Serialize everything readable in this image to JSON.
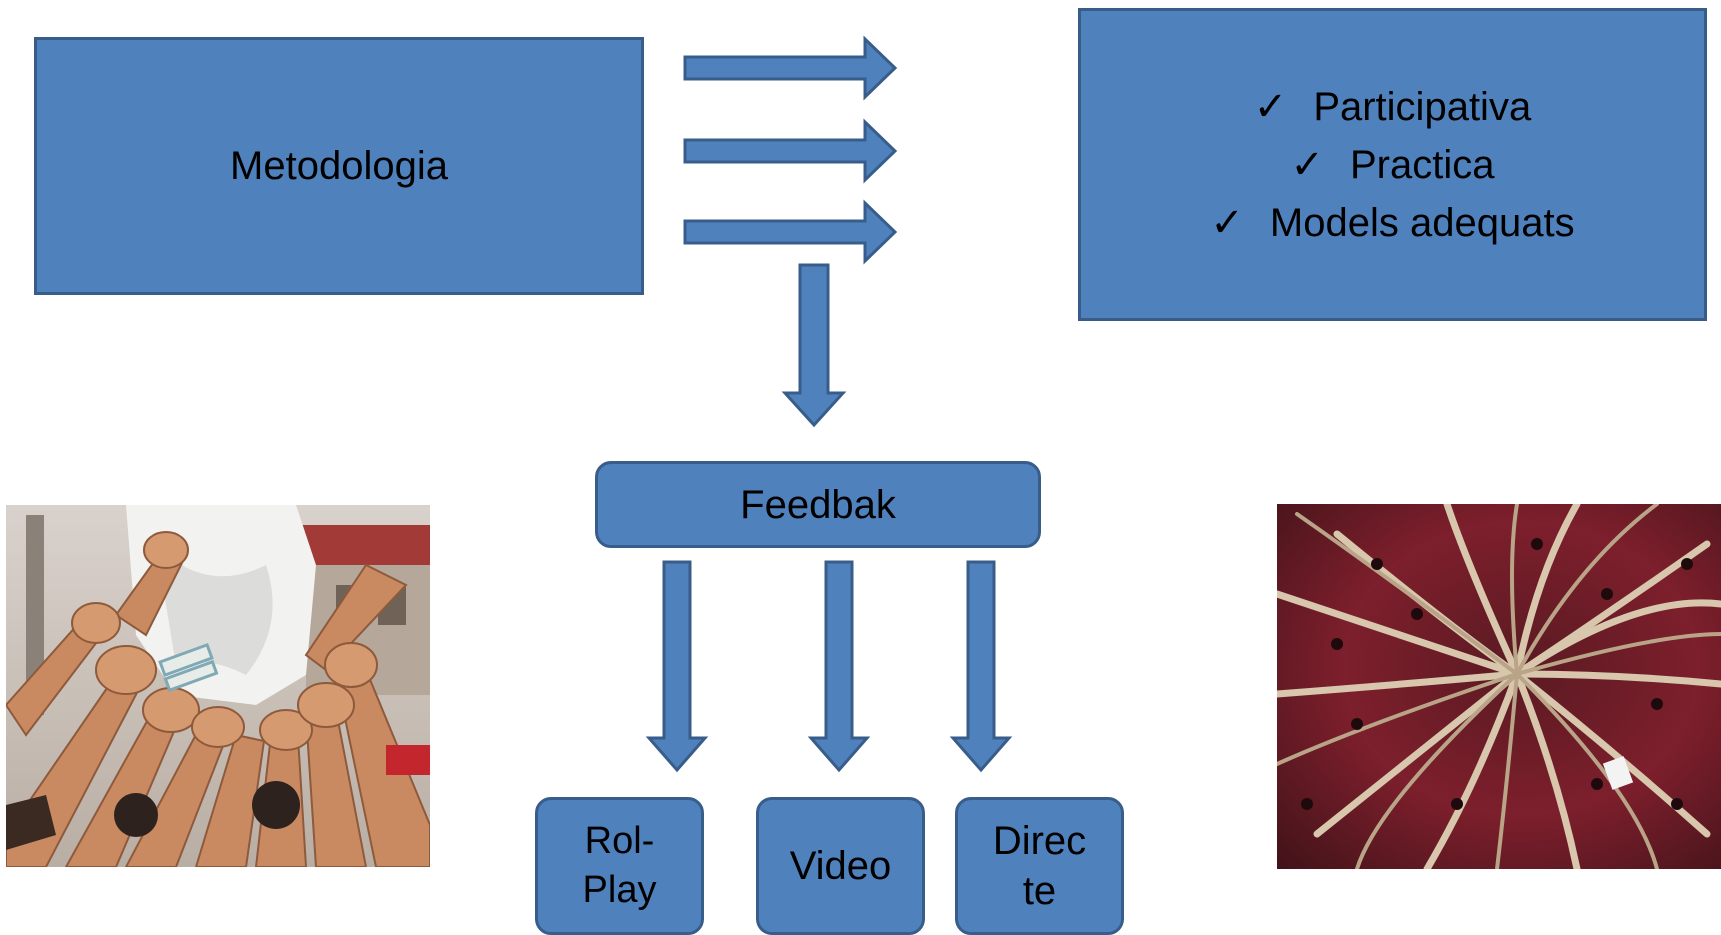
{
  "metodologia": {
    "label": "Metodologia"
  },
  "qualities": {
    "check_glyph": "✓",
    "items": [
      "Participativa",
      "Practica",
      "Models adequats"
    ]
  },
  "feedback": {
    "label": "Feedbak"
  },
  "methods": [
    {
      "line1": "Rol-",
      "line2": "Play"
    },
    {
      "label": "Video"
    },
    {
      "line1": "Direc",
      "line2": "te"
    }
  ],
  "colors": {
    "box_fill": "#4f81bd",
    "box_border": "#385d8a"
  },
  "images": [
    {
      "name": "hands-raising-person-photo"
    },
    {
      "name": "castell-human-tower-top-view-photo"
    }
  ]
}
